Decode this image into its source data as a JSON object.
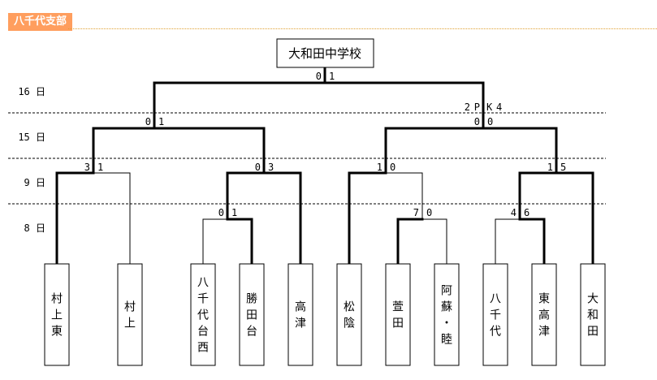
{
  "header": {
    "title": "八千代支部",
    "accent_color": "#ff9e5e"
  },
  "champion": "大和田中学校",
  "rounds": [
    {
      "label": "16 日"
    },
    {
      "label": "15 日"
    },
    {
      "label": "9 日"
    },
    {
      "label": "8 日"
    }
  ],
  "teams": [
    {
      "name": "村上東"
    },
    {
      "name": "村上"
    },
    {
      "name": "八千代台西"
    },
    {
      "name": "勝田台"
    },
    {
      "name": "高津"
    },
    {
      "name": "松陰"
    },
    {
      "name": "萱田"
    },
    {
      "name": "阿蘇・睦"
    },
    {
      "name": "八千代"
    },
    {
      "name": "東高津"
    },
    {
      "name": "大和田"
    }
  ],
  "matches": [
    {
      "id": "m8a",
      "round": "8 日",
      "left": "八千代台西",
      "right": "勝田台",
      "score_left": "0",
      "score_right": "1",
      "winner": "right"
    },
    {
      "id": "m8b",
      "round": "8 日",
      "left": "萱田",
      "right": "阿蘇・睦",
      "score_left": "7",
      "score_right": "0",
      "winner": "left"
    },
    {
      "id": "m8c",
      "round": "8 日",
      "left": "八千代",
      "right": "東高津",
      "score_left": "4",
      "score_right": "6",
      "winner": "right"
    },
    {
      "id": "m9a",
      "round": "9 日",
      "left": "村上東",
      "right": "村上",
      "score_left": "3",
      "score_right": "1",
      "winner": "left"
    },
    {
      "id": "m9b",
      "round": "9 日",
      "left": "勝田台",
      "right": "高津",
      "score_left": "0",
      "score_right": "3",
      "winner": "right"
    },
    {
      "id": "m9c",
      "round": "9 日",
      "left": "松陰",
      "right": "萱田",
      "score_left": "1",
      "score_right": "0",
      "winner": "left"
    },
    {
      "id": "m9d",
      "round": "9 日",
      "left": "東高津",
      "right": "大和田",
      "score_left": "1",
      "score_right": "5",
      "winner": "right"
    },
    {
      "id": "m15a",
      "round": "15 日",
      "left": "村上東",
      "right": "高津",
      "score_left": "0",
      "score_right": "1",
      "winner": "right"
    },
    {
      "id": "m15b",
      "round": "15 日",
      "left": "松陰",
      "right": "大和田",
      "score_left": "0",
      "score_right": "0",
      "pk_left": "2",
      "pk_right": "4",
      "pk_label": "P K",
      "winner": "right"
    },
    {
      "id": "m16",
      "round": "16 日",
      "left": "高津",
      "right": "大和田",
      "score_left": "0",
      "score_right": "1",
      "winner": "right"
    }
  ]
}
